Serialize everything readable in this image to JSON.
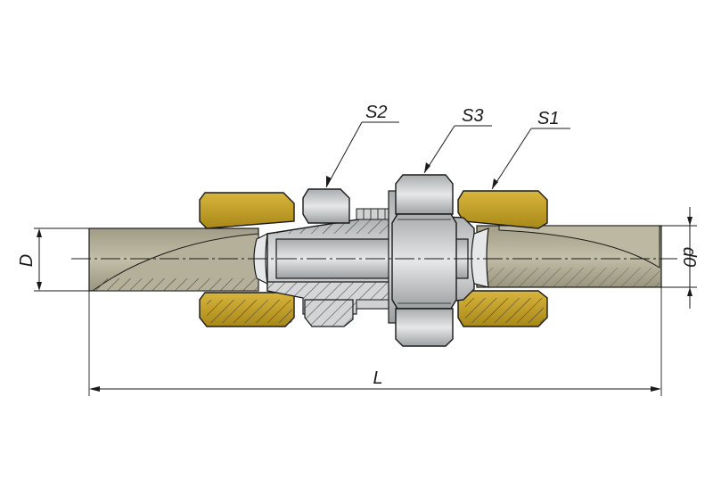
{
  "labels": {
    "s1": "S1",
    "s2": "S2",
    "s3": "S3",
    "d": "D",
    "d0": "d0",
    "l": "L"
  },
  "colors": {
    "background": "#ffffff",
    "tube": "#b3ae98",
    "tube_dark": "#8c8670",
    "brass": "#c9a227",
    "brass_dark": "#8f6f10",
    "steel": "#c9cbcc",
    "steel_light": "#e6e7e8",
    "steel_dark": "#8f9294",
    "line": "#1a1a1a"
  }
}
